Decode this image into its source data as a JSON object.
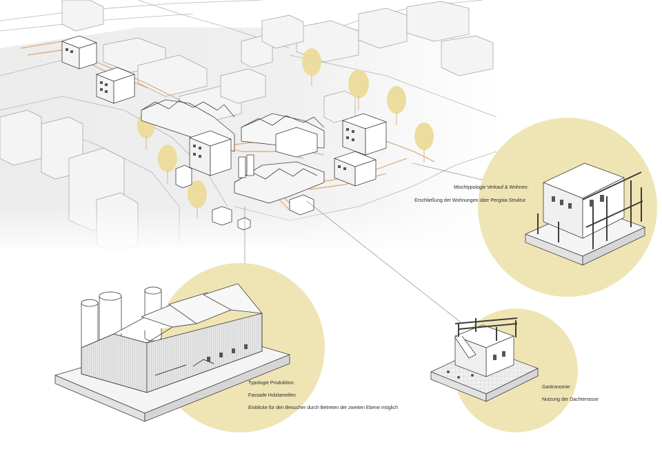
{
  "colors": {
    "accent_circle": "#efe5b4",
    "tree": "#ecdc9a",
    "pergola": "#e0b184",
    "line": "#3c3c3c",
    "light_line": "#a9a9a9",
    "fog": "#e9e9e9"
  },
  "annotations": {
    "mixed_use": {
      "title": "Mischtypologie Verkauf & Wohnen:",
      "line1": "Erschließung der Wohnungen über Pergola-Struktur"
    },
    "production": {
      "title": "Typologie Produktion:",
      "line1": "Fassade Holzlamellen",
      "line2": "Einblicke für den Besucher durch Betreten der zweiten Ebene möglich"
    },
    "gastronomy": {
      "title": "Gastronomie:",
      "line1": "Nutzung der Dachterrasse"
    }
  }
}
